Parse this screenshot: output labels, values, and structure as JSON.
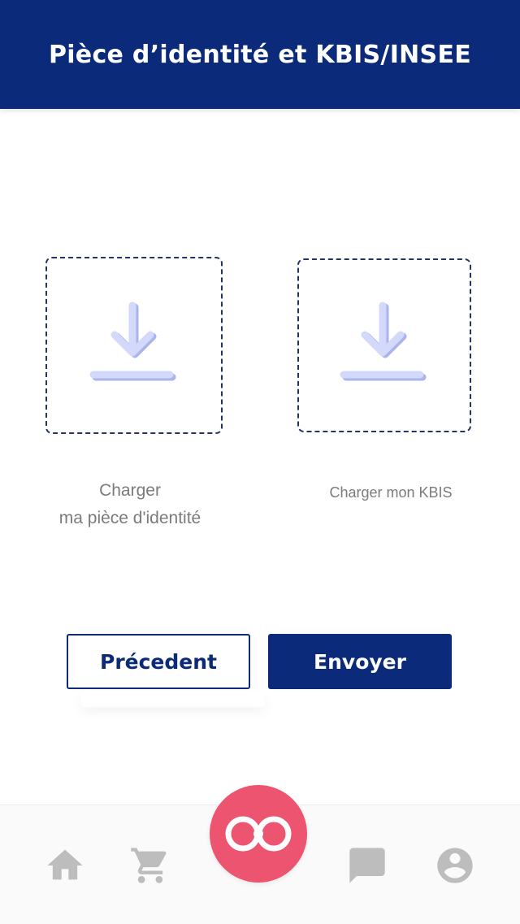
{
  "header": {
    "title": "Pièce d’identité et KBIS/INSEE"
  },
  "uploads": [
    {
      "label_line1": "Charger",
      "label_line2": "ma pièce d'identité"
    },
    {
      "label": "Charger mon KBIS"
    }
  ],
  "actions": {
    "previous_label": "Précedent",
    "send_label": "Envoyer"
  },
  "nav": {
    "items": [
      {
        "icon": "home-icon"
      },
      {
        "icon": "cart-icon"
      },
      {
        "icon": "infinity-logo-icon"
      },
      {
        "icon": "chat-icon"
      },
      {
        "icon": "account-icon"
      }
    ]
  },
  "colors": {
    "primary": "#0b2a7a",
    "accent": "#ec5470",
    "upload_icon": "#c8d0f7",
    "nav_icon": "#bdbdbd",
    "label_text": "#7b7b7b"
  }
}
